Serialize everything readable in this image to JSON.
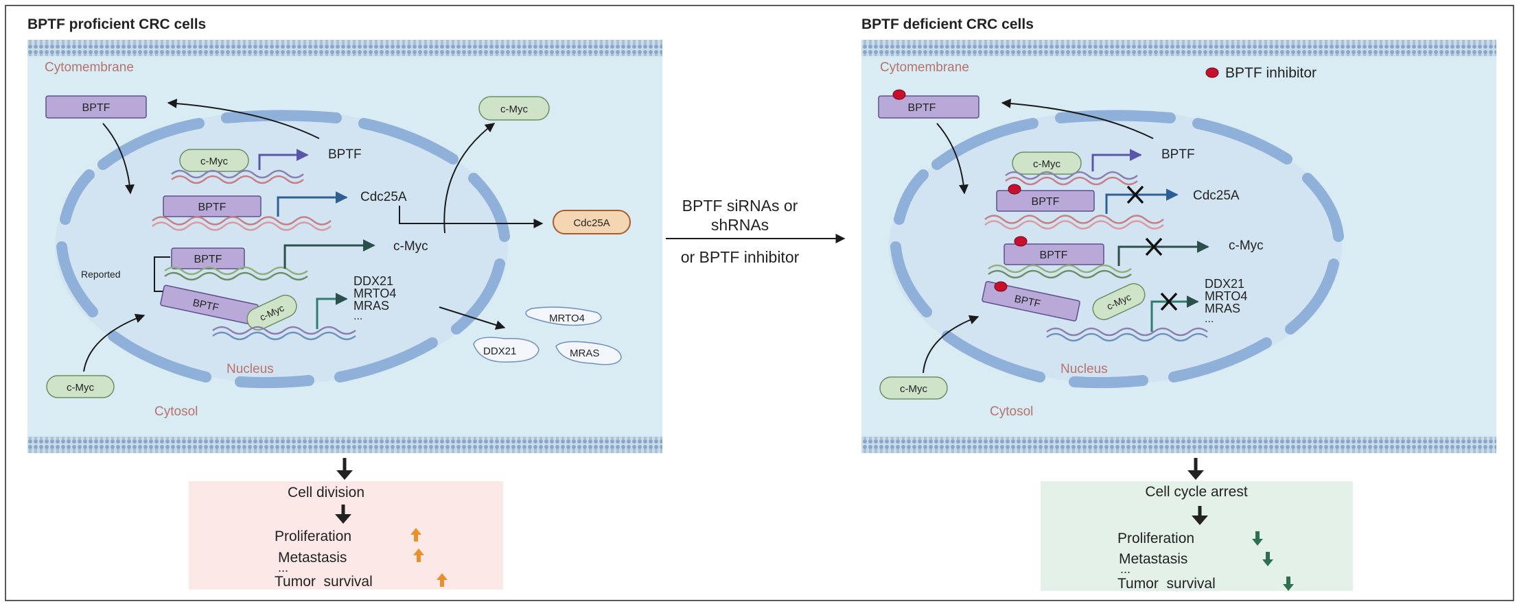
{
  "left": {
    "title": "BPTF proficient CRC cells",
    "cytomembrane": "Cytomembrane",
    "nucleus": "Nucleus",
    "cytosol": "Cytosol",
    "bptf_cyto": "BPTF",
    "cmyc_top": "c-Myc",
    "cmyc_bottom": "c-Myc",
    "gene1_factor": "c-Myc",
    "gene1_target": "BPTF",
    "gene2_factor": "BPTF",
    "gene2_target": "Cdc25A",
    "gene3_factor": "BPTF",
    "gene3_target": "c-Myc",
    "reported": "Reported",
    "complex_bptf": "BPTF",
    "complex_cmyc": "c-Myc",
    "gene4_targets": [
      "DDX21",
      "MRTO4",
      "MRAS",
      "..."
    ],
    "cdc25a_protein": "Cdc25A",
    "protein_mrto4": "MRTO4",
    "protein_ddx21": "DDX21",
    "protein_mras": "MRAS"
  },
  "middle": {
    "line1": "BPTF siRNAs or",
    "line2": "shRNAs",
    "line3": "or BPTF inhibitor"
  },
  "right": {
    "title": "BPTF deficient CRC cells",
    "cytomembrane": "Cytomembrane",
    "nucleus": "Nucleus",
    "cytosol": "Cytosol",
    "legend_inhibitor": "BPTF inhibitor",
    "bptf_cyto": "BPTF",
    "cmyc_bottom": "c-Myc",
    "gene1_factor": "c-Myc",
    "gene1_target": "BPTF",
    "gene2_factor": "BPTF",
    "gene2_target": "Cdc25A",
    "gene3_factor": "BPTF",
    "gene3_target": "c-Myc",
    "complex_bptf": "BPTF",
    "complex_cmyc": "c-Myc",
    "gene4_targets": [
      "DDX21",
      "MRTO4",
      "MRAS",
      "..."
    ]
  },
  "outcome_left": {
    "heading": "Cell division",
    "items": [
      "Proliferation",
      "Metastasis",
      "...",
      "Tumor  survival"
    ]
  },
  "outcome_right": {
    "heading": "Cell cycle arrest",
    "items": [
      "Proliferation",
      "Metastasis",
      "...",
      "Tumor  survival"
    ]
  },
  "colors": {
    "cell_bg": "#d9ebf3",
    "membrane": "#8aa6c8",
    "nucleus_ring": "#8fb0d8",
    "bptf_box": "#b9a9d8",
    "cmyc_pill": "#cfe3c8",
    "dna_red": "#c77f86",
    "dna_purple": "#8a7fb0",
    "dna_green": "#8fb07a",
    "cdc25a_fill": "#f5d6b3",
    "up_arrow": "#e8902a",
    "down_arrow": "#2f6e4f",
    "inhibitor": "#c8102e",
    "label_red": "#b5736c"
  }
}
